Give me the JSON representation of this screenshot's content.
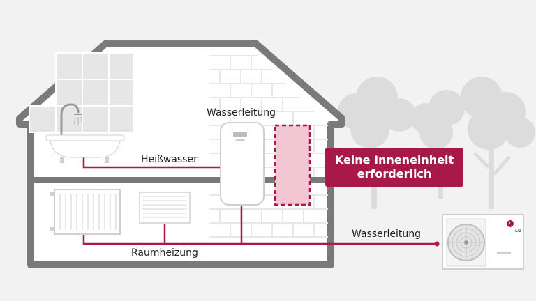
{
  "labels": {
    "water_pipe_top": "Wasserleitung",
    "hot_water": "Heißwasser",
    "callout_line1": "Keine Inneneinheit",
    "callout_line2": "erforderlich",
    "water_pipe_right": "Wasserleitung",
    "space_heating": "Raumheizung",
    "brand_logo": "LG"
  },
  "colors": {
    "pipe": "#a8194a",
    "callout_bg": "#a8194a",
    "house_outline": "#777777",
    "indoor_unit_placeholder": "#f2c6d2"
  },
  "icons": [
    "tree-icon",
    "house-icon",
    "bathtub-icon",
    "shower-icon",
    "radiator-icon",
    "heater-panel-icon",
    "water-tank-icon",
    "outdoor-unit-icon",
    "lg-logo-icon"
  ]
}
